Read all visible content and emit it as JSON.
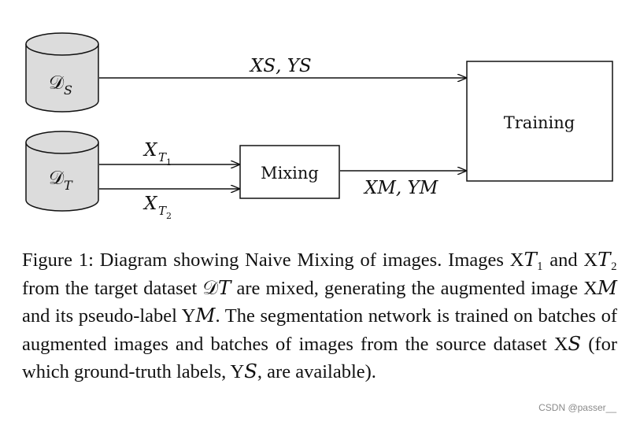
{
  "diagram": {
    "nodes": {
      "source_db": {
        "letter": "𝒟",
        "subscript": "S"
      },
      "target_db": {
        "letter": "𝒟",
        "subscript": "T"
      },
      "mixing": {
        "label": "Mixing"
      },
      "training": {
        "label": "Training"
      }
    },
    "edges": {
      "source_to_training": {
        "label": "X𝑆, Y𝑆"
      },
      "target_to_mixing_top": {
        "base": "X",
        "sub": "T",
        "subsub": "1"
      },
      "target_to_mixing_bottom": {
        "base": "X",
        "sub": "T",
        "subsub": "2"
      },
      "mixing_to_training": {
        "label": "X𝑀, Y𝑀"
      }
    }
  },
  "caption": {
    "text": "Figure 1: Diagram showing Naive Mixing of images. Images X𝑇₁ and X𝑇₂ from the target dataset 𝒟𝑇 are mixed, generating the augmented image X𝑀 and its pseudo-label Y𝑀. The segmentation network is trained on batches of augmented images and batches of images from the source dataset X𝑆 (for which ground-truth labels, Y𝑆, are available)."
  },
  "watermark": "CSDN @passer__"
}
